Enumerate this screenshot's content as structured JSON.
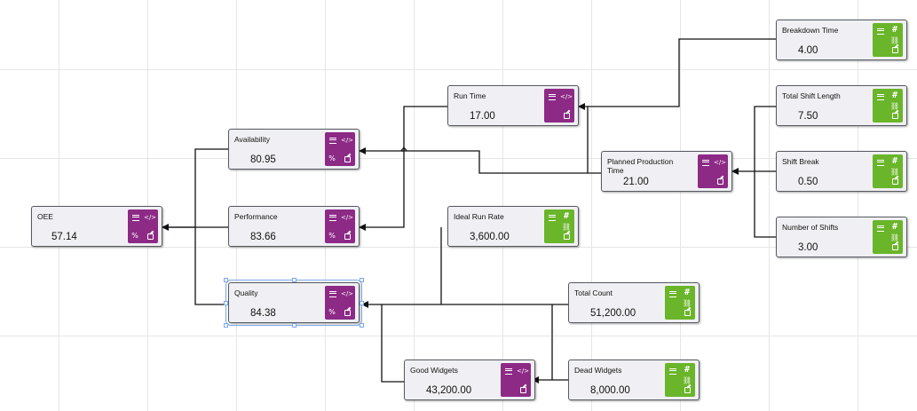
{
  "nodes": {
    "oee": {
      "label": "OEE",
      "value": "57.14"
    },
    "availability": {
      "label": "Availability",
      "value": "80.95"
    },
    "performance": {
      "label": "Performance",
      "value": "83.66"
    },
    "quality": {
      "label": "Quality",
      "value": "84.38"
    },
    "run_time": {
      "label": "Run Time",
      "value": "17.00"
    },
    "planned_production_time": {
      "label": "Planned Production Time",
      "value": "21.00"
    },
    "ideal_run_rate": {
      "label": "Ideal Run Rate",
      "value": "3,600.00"
    },
    "good_widgets": {
      "label": "Good Widgets",
      "value": "43,200.00"
    },
    "total_count": {
      "label": "Total Count",
      "value": "51,200.00"
    },
    "dead_widgets": {
      "label": "Dead Widgets",
      "value": "8,000.00"
    },
    "breakdown_time": {
      "label": "Breakdown Time",
      "value": "4.00"
    },
    "total_shift_length": {
      "label": "Total Shift Length",
      "value": "7.50"
    },
    "shift_break": {
      "label": "Shift Break",
      "value": "0.50"
    },
    "number_of_shifts": {
      "label": "Number of Shifts",
      "value": "3.00"
    }
  },
  "icons": {
    "menu": "menu-icon",
    "code": "code-icon",
    "percent": "percent-icon",
    "edit": "edit-icon",
    "hash": "hash-icon",
    "link": "link-icon"
  },
  "symbols": {
    "code": "</>",
    "percent": "%",
    "hash": "#",
    "link": "⛓"
  },
  "colors": {
    "formula_panel": "#8c2a86",
    "input_panel": "#6ab52a",
    "node_bg": "#f0f0f4",
    "selection": "#7aa7e8"
  },
  "selected_node": "quality"
}
